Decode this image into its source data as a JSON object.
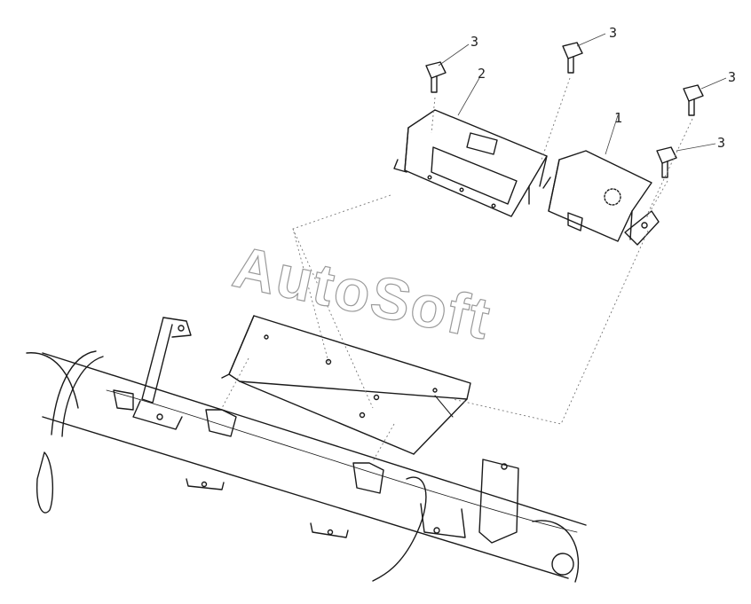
{
  "callouts": {
    "label_1": "1",
    "label_2": "2",
    "label_3a": "3",
    "label_3b": "3",
    "label_3c": "3",
    "label_3d": "3"
  },
  "watermark": "AutoSoft",
  "colors": {
    "line": "#1a1a1a",
    "leader": "#777777",
    "watermark_stroke": "#9a9a9a"
  }
}
